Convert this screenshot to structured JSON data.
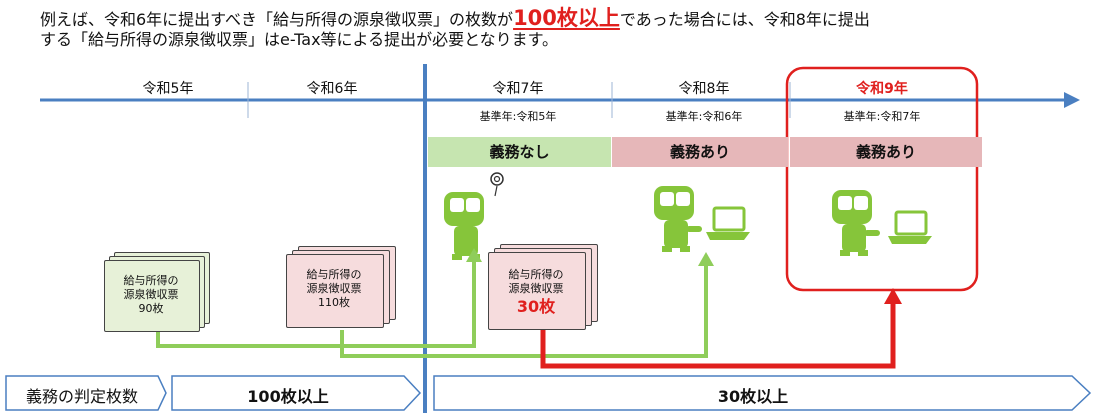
{
  "intro": {
    "line1_pre": "例えば、令和6年に提出すべき「給与所得の源泉徴収票」の枚数が",
    "line1_emphasis": "100枚以上",
    "line1_post": "であった場合には、令和8年に提出",
    "line2": "する「給与所得の源泉徴収票」はe-Tax等による提出が必要となります。"
  },
  "years": [
    "令和5年",
    "令和6年",
    "令和7年",
    "令和8年",
    "令和9年"
  ],
  "base_years": [
    "基準年:令和5年",
    "基準年:令和6年",
    "基準年:令和7年"
  ],
  "bands": {
    "none": "義務なし",
    "yes1": "義務あり",
    "yes2": "義務あり"
  },
  "docs": [
    {
      "title1": "給与所得の",
      "title2": "源泉徴収票",
      "count": "90枚"
    },
    {
      "title1": "給与所得の",
      "title2": "源泉徴収票",
      "count": "110枚"
    },
    {
      "title1": "給与所得の",
      "title2": "源泉徴収票",
      "count": "30枚"
    }
  ],
  "bottom": {
    "title": "義務の判定枚数",
    "threshold_left": "100枚以上",
    "threshold_right": "30枚以上"
  },
  "colors": {
    "axis_blue": "#4a7fc1",
    "highlight_red": "#e0201e",
    "band_green": "#c6e5b0",
    "band_pink": "#e6b7b9",
    "arrow_green": "#8fcd5a",
    "mascot_green": "#86c53a",
    "doc_green": "#e7f1d8",
    "doc_pink": "#f6dcdd"
  }
}
